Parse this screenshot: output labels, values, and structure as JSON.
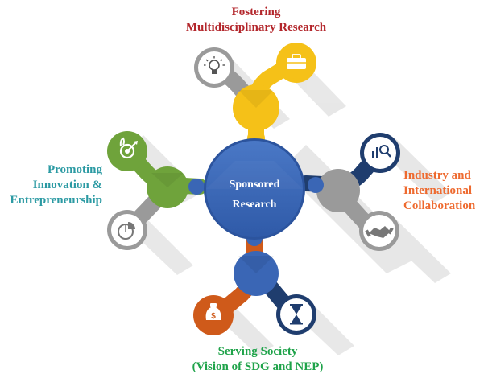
{
  "center": {
    "line1": "Sponsored",
    "line2": "Research"
  },
  "labels": {
    "top": {
      "line1": "Fostering",
      "line2": "Multidisciplinary Research"
    },
    "left": {
      "line1": "Promoting",
      "line2": "Innovation &",
      "line3": "Entrepreneurship"
    },
    "right": {
      "line1": "Industry and",
      "line2": "International",
      "line3": "Collaboration"
    },
    "bottom": {
      "line1": "Serving Society",
      "line2": "(Vision of SDG and NEP)"
    }
  },
  "icons": {
    "top_gray": "lightbulb-icon",
    "top_yellow": "briefcase-icon",
    "right_navy": "chart-magnifier-icon",
    "right_gray": "handshake-icon",
    "left_green": "target-icon",
    "left_gray": "pie-chart-icon",
    "bottom_orange": "money-bag-icon",
    "bottom_navy": "hourglass-icon"
  },
  "colors": {
    "hub": "#3a66b5",
    "top_accent": "#f5c118",
    "right_accent": "#1f3d6e",
    "left_accent": "#6fa33b",
    "bottom_accent": "#cf5a1a",
    "secondary": "#9a9a9a",
    "label_top": "#b3262b",
    "label_left": "#2b9aa3",
    "label_right": "#ee6a2f",
    "label_bottom": "#1fa34a"
  }
}
